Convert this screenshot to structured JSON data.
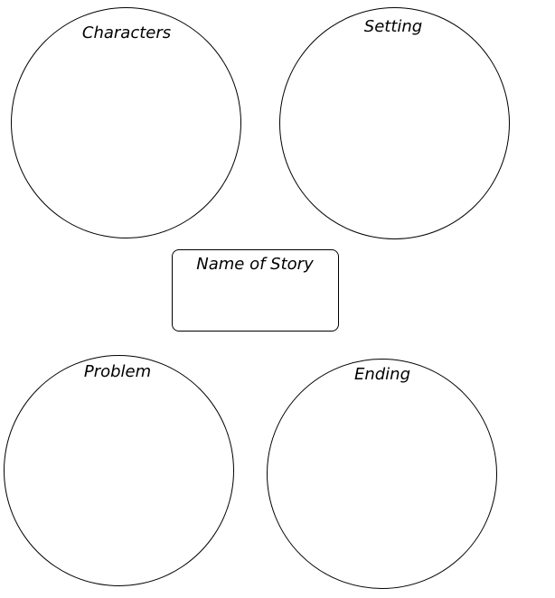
{
  "organizer": {
    "characters_label": "Characters",
    "setting_label": "Setting",
    "name_of_story_label": "Name of Story",
    "problem_label": "Problem",
    "ending_label": "Ending"
  },
  "colors": {
    "line": "#000000",
    "background": "#ffffff"
  }
}
